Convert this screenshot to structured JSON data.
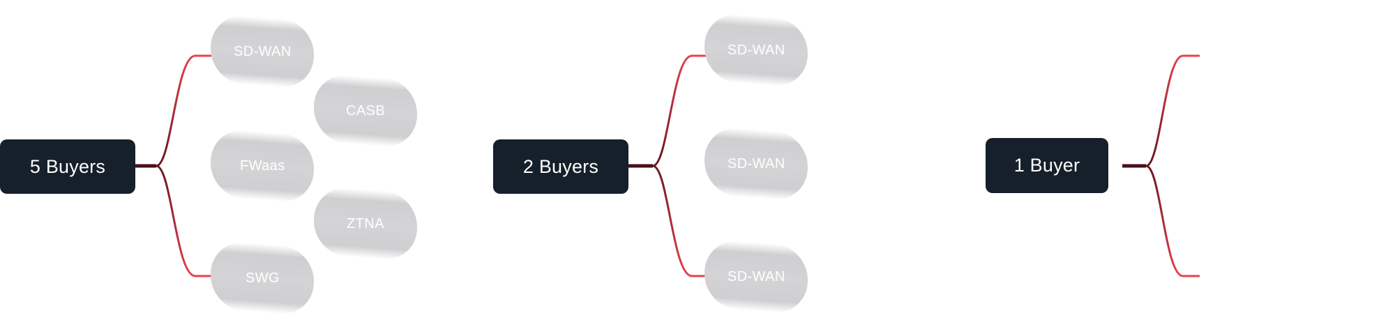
{
  "diagram": {
    "groups": [
      {
        "buyer_label": "5 Buyers",
        "products": [
          "SD-WAN",
          "CASB",
          "FWaas",
          "ZTNA",
          "SWG"
        ]
      },
      {
        "buyer_label": "2 Buyers",
        "products": [
          "SD-WAN",
          "SD-WAN",
          "SD-WAN"
        ]
      },
      {
        "buyer_label": "1 Buyer",
        "products": []
      }
    ]
  },
  "colors": {
    "box_fill": "#16202a",
    "box_text": "#ffffff",
    "branch_red": "#e8404f",
    "branch_dark": "#1a0a10",
    "pill_fill": "#d2d2d4",
    "pill_text": "#ffffff"
  }
}
